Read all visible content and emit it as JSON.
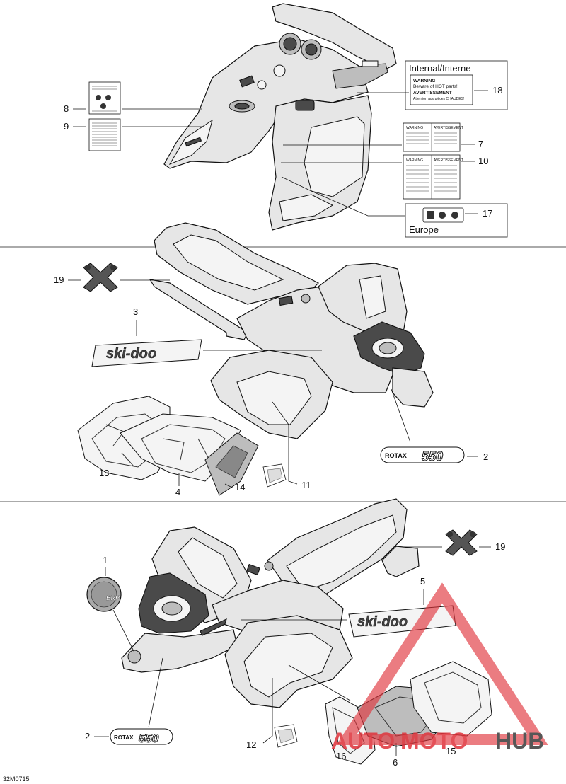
{
  "diagram": {
    "figure_code": "32M0715",
    "sections": {
      "top": {
        "callouts": [
          "8",
          "9",
          "7",
          "10",
          "17",
          "18"
        ],
        "box_internal": {
          "title": "Internal/Interne",
          "line1": "WARNING",
          "line2": "Beware of HOT parts!",
          "line3": "AVERTISSEMENT",
          "line4": "Attention aux pièces CHAUDES!"
        },
        "box_europe": {
          "title": "Europe"
        }
      },
      "middle": {
        "callouts": [
          "19",
          "3",
          "2",
          "11",
          "13",
          "4",
          "14"
        ],
        "skidoo_text": "ski-doo",
        "rotax_text": "ROTAX",
        "rotax_num": "550"
      },
      "bottom": {
        "callouts": [
          "1",
          "19",
          "5",
          "2",
          "12",
          "16",
          "6",
          "15"
        ],
        "brp_text": "BRP",
        "skidoo_text": "ski-doo",
        "rotax_text": "ROTAX",
        "rotax_num": "550"
      }
    },
    "warning_labels": {
      "warning": "WARNING",
      "avertissement": "AVERTISSEMENT"
    }
  },
  "watermark": {
    "part1": "AUTO",
    "part2": "MOTO",
    "part3": "HUB",
    "color_red": "#e0323a",
    "color_dark": "#3a3a3a"
  }
}
